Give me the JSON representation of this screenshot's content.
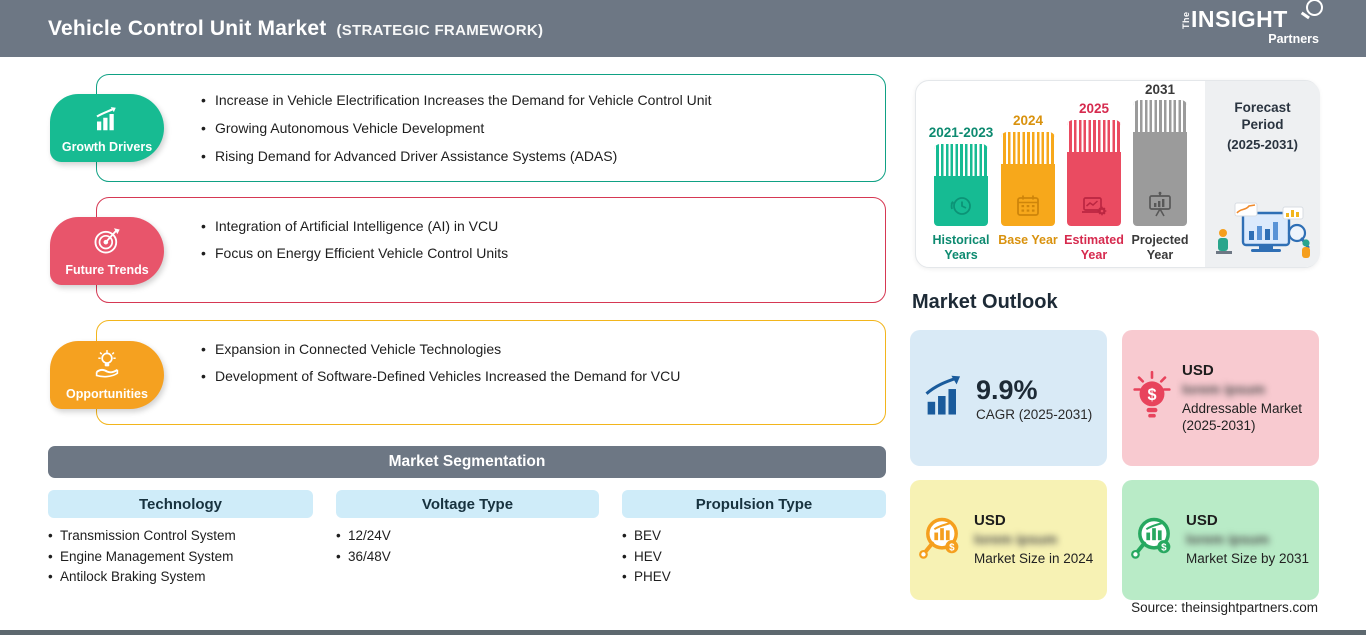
{
  "header": {
    "title": "Vehicle Control Unit Market",
    "subtitle": "(STRATEGIC FRAMEWORK)",
    "logo": {
      "the": "The",
      "insight": "INSIGHT",
      "partners": "Partners"
    }
  },
  "framework": {
    "sections": [
      {
        "label": "Growth Drivers",
        "icon": "growth-chart-icon",
        "badge_color": "#17bb92",
        "border_color": "#0fa184",
        "bullets": [
          "Increase in Vehicle Electrification Increases the Demand for Vehicle Control Unit",
          "Growing Autonomous Vehicle Development",
          "Rising Demand for Advanced Driver Assistance Systems (ADAS)"
        ]
      },
      {
        "label": "Future Trends",
        "icon": "target-dart-icon",
        "badge_color": "#e8556b",
        "border_color": "#d63853",
        "bullets": [
          "Integration of Artificial Intelligence (AI) in VCU",
          "Focus on Energy Efficient Vehicle Control Units"
        ]
      },
      {
        "label": "Opportunities",
        "icon": "bulb-hand-icon",
        "badge_color": "#f5a120",
        "border_color": "#f2b51c",
        "bullets": [
          "Expansion in Connected Vehicle Technologies",
          "Development of Software-Defined Vehicles Increased the Demand for VCU"
        ]
      }
    ]
  },
  "segmentation": {
    "title": "Market Segmentation",
    "columns": [
      {
        "header": "Technology",
        "items": [
          "Transmission Control System",
          "Engine Management System",
          "Antilock Braking System"
        ]
      },
      {
        "header": "Voltage Type",
        "items": [
          "12/24V",
          "36/48V"
        ]
      },
      {
        "header": "Propulsion Type",
        "items": [
          "BEV",
          "HEV",
          "PHEV"
        ]
      }
    ]
  },
  "timeline": {
    "bars": [
      {
        "period": "2021-2023",
        "label": "Historical Years",
        "color": "#16bb93",
        "icon": "clock-icon"
      },
      {
        "period": "2024",
        "label": "Base Year",
        "color": "#f7a81b",
        "icon": "calendar-icon"
      },
      {
        "period": "2025",
        "label": "Estimated Year",
        "color": "#ea4b61",
        "icon": "laptop-gear-icon"
      },
      {
        "period": "2031",
        "label": "Projected Year",
        "color": "#9b9b9b",
        "icon": "presentation-icon"
      }
    ],
    "forecast": {
      "title": "Forecast Period",
      "range": "(2025-2031)"
    }
  },
  "market_outlook": {
    "heading": "Market Outlook",
    "cards": [
      {
        "name": "cagr",
        "value": "9.9%",
        "label": "CAGR (2025-2031)",
        "icon": "cagr-growth-icon",
        "bg": "#d9eaf6"
      },
      {
        "name": "addressable-market",
        "currency": "USD",
        "value_blurred": "lorem ipsum",
        "label": "Addressable Market (2025-2031)",
        "icon": "bulb-dollar-icon",
        "bg": "#f8cad0"
      },
      {
        "name": "market-size-2024",
        "currency": "USD",
        "value_blurred": "lorem ipsum",
        "label": "Market Size in 2024",
        "icon": "magnifier-chart-icon-orange",
        "bg": "#f7f2b4"
      },
      {
        "name": "market-size-2031",
        "currency": "USD",
        "value_blurred": "lorem ipsum",
        "label": "Market Size by 2031",
        "icon": "magnifier-chart-icon-green",
        "bg": "#b9ebc7"
      }
    ]
  },
  "source": "Source: theinsightpartners.com",
  "colors": {
    "header_bg": "#6d7784",
    "growth": "#17bb92",
    "trends": "#e8556b",
    "opportunities": "#f5a120",
    "bar_gray": "#9b9b9b",
    "seg_header_bg": "#cfecf9",
    "bottom_bar": "#5d686f"
  }
}
